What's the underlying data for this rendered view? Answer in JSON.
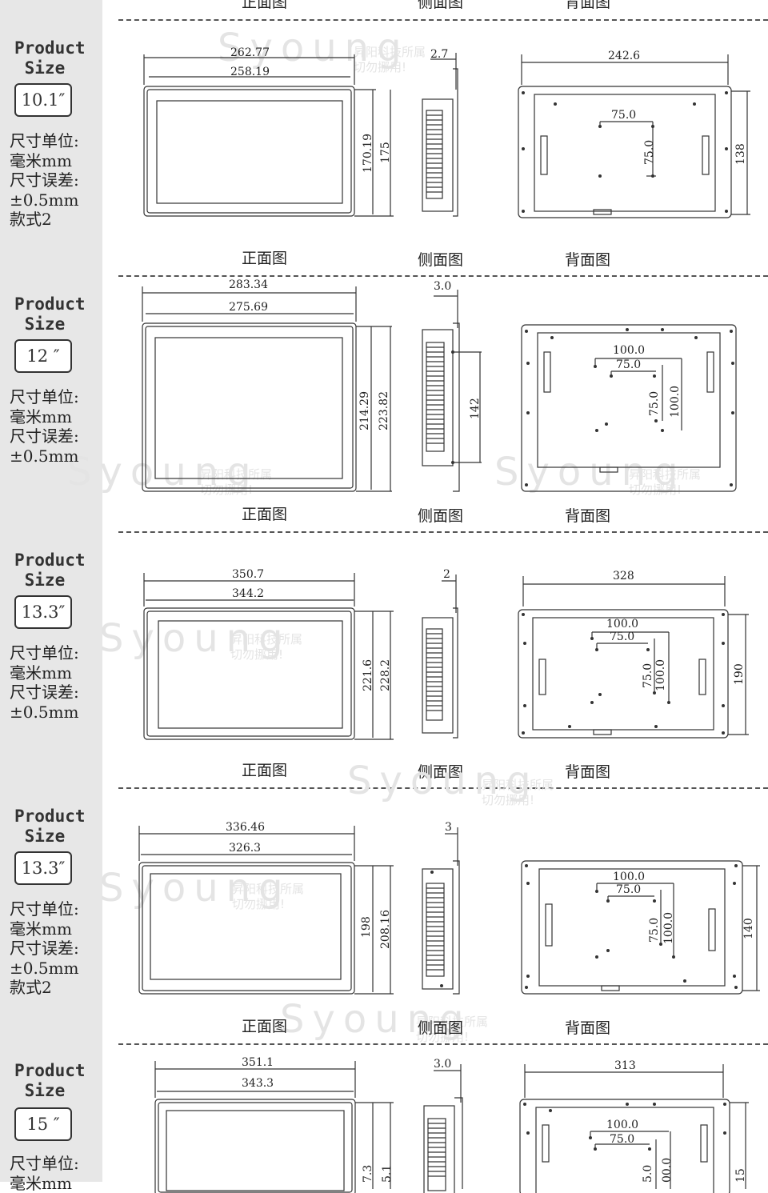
{
  "header_captions": {
    "front": "正面图",
    "side": "侧面图",
    "back": "背面图"
  },
  "watermark": {
    "brand": "Syoung",
    "line1": "昇阳科技所属",
    "line2": "切勿挪用!"
  },
  "products": [
    {
      "title": "Product\n Size",
      "size": "10.1″",
      "notes": [
        "尺寸单位:",
        "毫米mm",
        "尺寸误差:",
        "±0.5mm",
        "款式2"
      ],
      "front": {
        "outer_w": "262.77",
        "inner_w": "258.19",
        "h1": "170.19",
        "h2": "175"
      },
      "side": {
        "depth": "2.7",
        "bracket": ""
      },
      "back": {
        "width": "242.6",
        "h": "138",
        "mounts": [
          "75.0",
          "75.0"
        ]
      },
      "captions": [
        "正面图",
        "侧面图",
        "背面图"
      ]
    },
    {
      "title": "Product\n Size",
      "size": "12 ″",
      "notes": [
        "尺寸单位:",
        "毫米mm",
        "尺寸误差:",
        "±0.5mm"
      ],
      "front": {
        "outer_w": "283.34",
        "inner_w": "275.69",
        "h1": "214.29",
        "h2": "223.82"
      },
      "side": {
        "depth": "3.0",
        "bracket": "142"
      },
      "back": {
        "width": "",
        "h": "",
        "mounts": [
          "100.0",
          "75.0",
          "75.0",
          "100.0"
        ]
      },
      "captions": [
        "正面图",
        "侧面图",
        "背面图"
      ]
    },
    {
      "title": "Product\n Size",
      "size": "13.3″",
      "notes": [
        "尺寸单位:",
        "毫米mm",
        "尺寸误差:",
        "±0.5mm"
      ],
      "front": {
        "outer_w": "350.7",
        "inner_w": "344.2",
        "h1": "221.6",
        "h2": "228.2"
      },
      "side": {
        "depth": "2",
        "bracket": ""
      },
      "back": {
        "width": "328",
        "h": "190",
        "mounts": [
          "100.0",
          "75.0",
          "75.0",
          "100.0"
        ]
      },
      "captions": [
        "正面图",
        "侧面图",
        "背面图"
      ]
    },
    {
      "title": "Product\n Size",
      "size": "13.3″",
      "notes": [
        "尺寸单位:",
        "毫米mm",
        "尺寸误差:",
        "±0.5mm",
        "款式2"
      ],
      "front": {
        "outer_w": "336.46",
        "inner_w": "326.3",
        "h1": "198",
        "h2": "208.16"
      },
      "side": {
        "depth": "3",
        "bracket": ""
      },
      "back": {
        "width": "",
        "h": "140",
        "mounts": [
          "100.0",
          "75.0",
          "75.0",
          "100.0"
        ]
      },
      "captions": [
        "正面图",
        "侧面图",
        "背面图"
      ]
    },
    {
      "title": "Product\n Size",
      "size": "15 ″",
      "notes": [
        "尺寸单位:",
        "毫米mm"
      ],
      "front": {
        "outer_w": "351.1",
        "inner_w": "343.3",
        "h1": "7.3",
        "h2": "5.1"
      },
      "side": {
        "depth": "3.0",
        "bracket": ""
      },
      "back": {
        "width": "313",
        "h": "15",
        "mounts": [
          "100.0",
          "75.0",
          "5.0",
          "00.0"
        ]
      },
      "captions": []
    }
  ]
}
